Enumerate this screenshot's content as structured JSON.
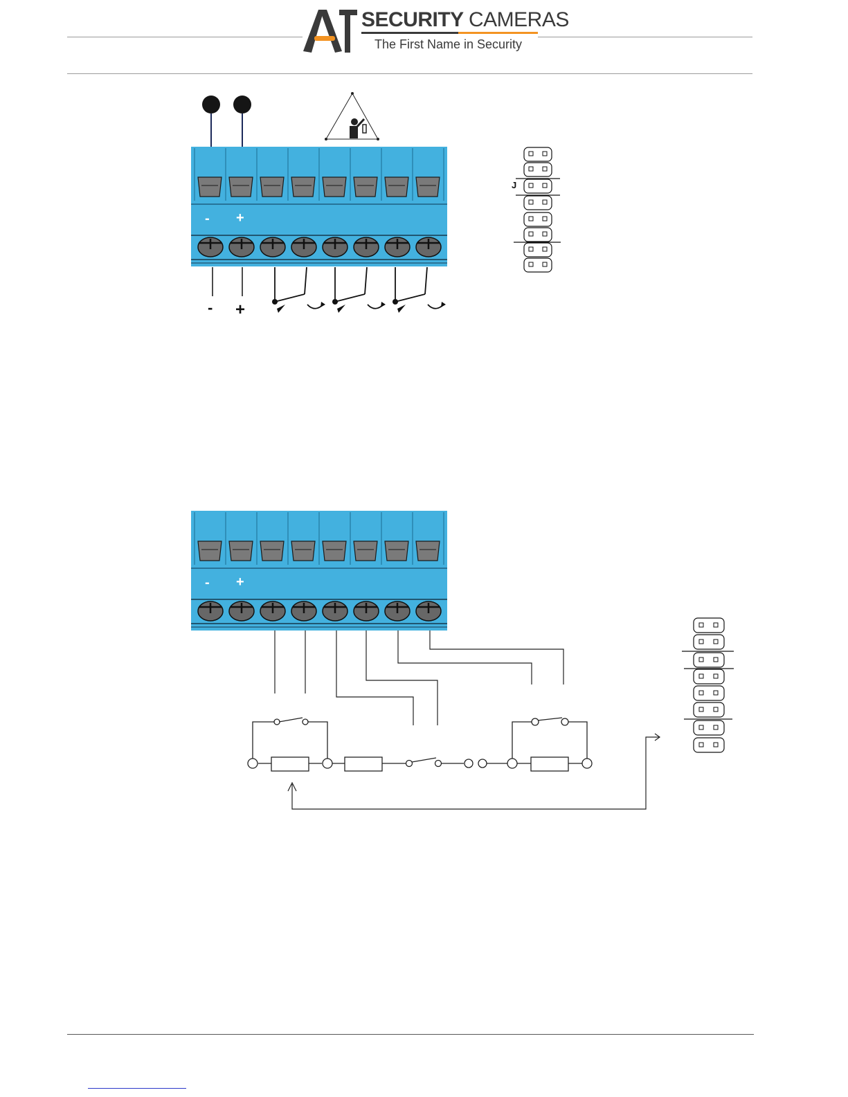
{
  "header": {
    "brand_bold": "SECURITY",
    "brand_light": "CAMERAS",
    "tagline": "The First Name in Security"
  },
  "diagram1": {
    "terminal_minus": "-",
    "terminal_plus": "+",
    "lead_minus": "-",
    "lead_plus": "+",
    "jumper_label": "J"
  },
  "diagram2": {
    "terminal_minus": "-",
    "terminal_plus": "+"
  },
  "colors": {
    "terminal_blue": "#43b1df",
    "screw_gray": "#676767",
    "wire_navy": "#1c2a5a",
    "logo_orange": "#f39322",
    "logo_dark": "#3a3a3a"
  }
}
